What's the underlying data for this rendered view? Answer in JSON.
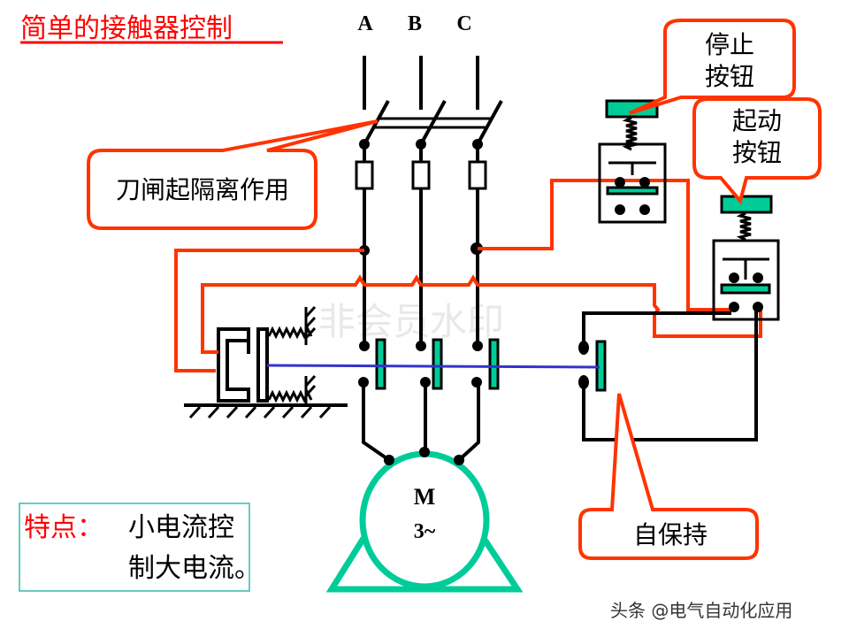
{
  "title": "简单的接触器控制",
  "phases": [
    "A",
    "B",
    "C"
  ],
  "callouts": {
    "knife_switch": "刀闸起隔离作用",
    "stop_button": [
      "停止",
      "按钮"
    ],
    "start_button": [
      "起动",
      "按钮"
    ],
    "self_hold": "自保持"
  },
  "motor": {
    "label": "M",
    "sublabel": "3~"
  },
  "feature": {
    "label": "特点：",
    "lines": [
      "小电流控",
      "制大电流。"
    ]
  },
  "watermark_center": "非会员水印",
  "watermark_corner": "头条 @电气自动化应用",
  "colors": {
    "title": "#ff0000",
    "wire": "#000000",
    "control_wire": "#ff3300",
    "link": "#3333cc",
    "contact_fill": "#00cc99",
    "motor": "#00cc99",
    "callout_border": "#ff3300",
    "feature_border": "#33bbaa",
    "watermark": "#e6e6e6"
  }
}
